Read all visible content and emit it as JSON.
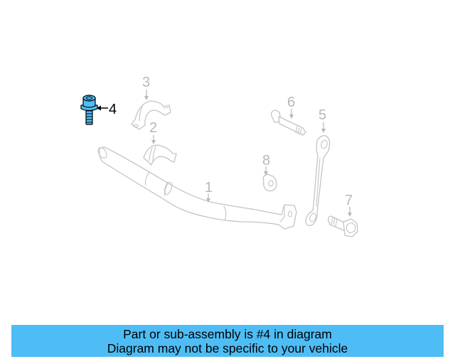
{
  "diagram": {
    "highlighted_part": "4",
    "highlight_color": "#4fbdf5",
    "line_color": "#c4c4c4",
    "callouts": [
      {
        "number": "1",
        "part": "stabilizer-bar"
      },
      {
        "number": "2",
        "part": "bushing"
      },
      {
        "number": "3",
        "part": "bracket"
      },
      {
        "number": "4",
        "part": "bolt",
        "highlighted": true
      },
      {
        "number": "5",
        "part": "link"
      },
      {
        "number": "6",
        "part": "bolt"
      },
      {
        "number": "7",
        "part": "bolt"
      },
      {
        "number": "8",
        "part": "nut"
      }
    ]
  },
  "banner": {
    "line1": "Part or sub-assembly is #4 in diagram",
    "line2": "Diagram may not be specific to your vehicle",
    "background": "#4fbdf5"
  }
}
